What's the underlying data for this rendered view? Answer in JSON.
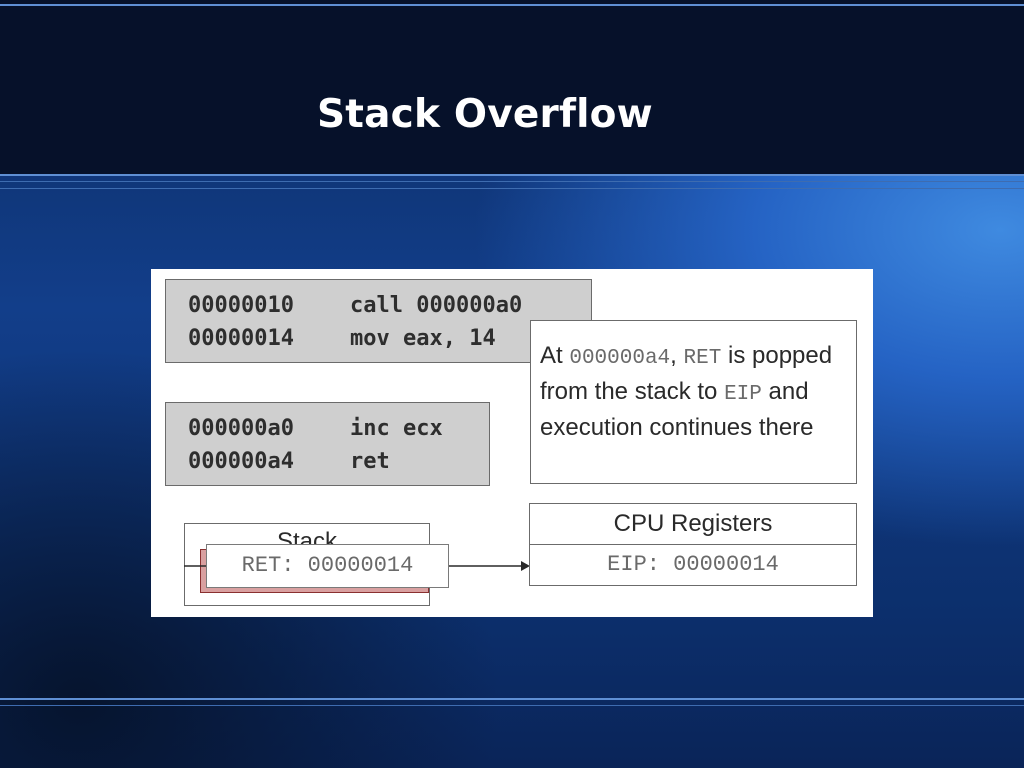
{
  "slide": {
    "title": "Stack Overflow"
  },
  "diagram": {
    "code_block_1": {
      "lines": [
        {
          "address": "00000010",
          "instruction": "call 000000a0"
        },
        {
          "address": "00000014",
          "instruction": "mov eax, 14"
        }
      ]
    },
    "code_block_2": {
      "lines": [
        {
          "address": "000000a0",
          "instruction": "inc ecx"
        },
        {
          "address": "000000a4",
          "instruction": "ret"
        }
      ]
    },
    "note": {
      "part1": "At ",
      "addr": "000000a4",
      "part2": ", ",
      "ret": "RET",
      "part3": " is popped from the stack to ",
      "eip": "EIP",
      "part4": " and execution continues there"
    },
    "stack": {
      "label": "Stack",
      "entry": "RET: 00000014"
    },
    "registers": {
      "title": "CPU Registers",
      "value": "EIP: 00000014"
    }
  }
}
